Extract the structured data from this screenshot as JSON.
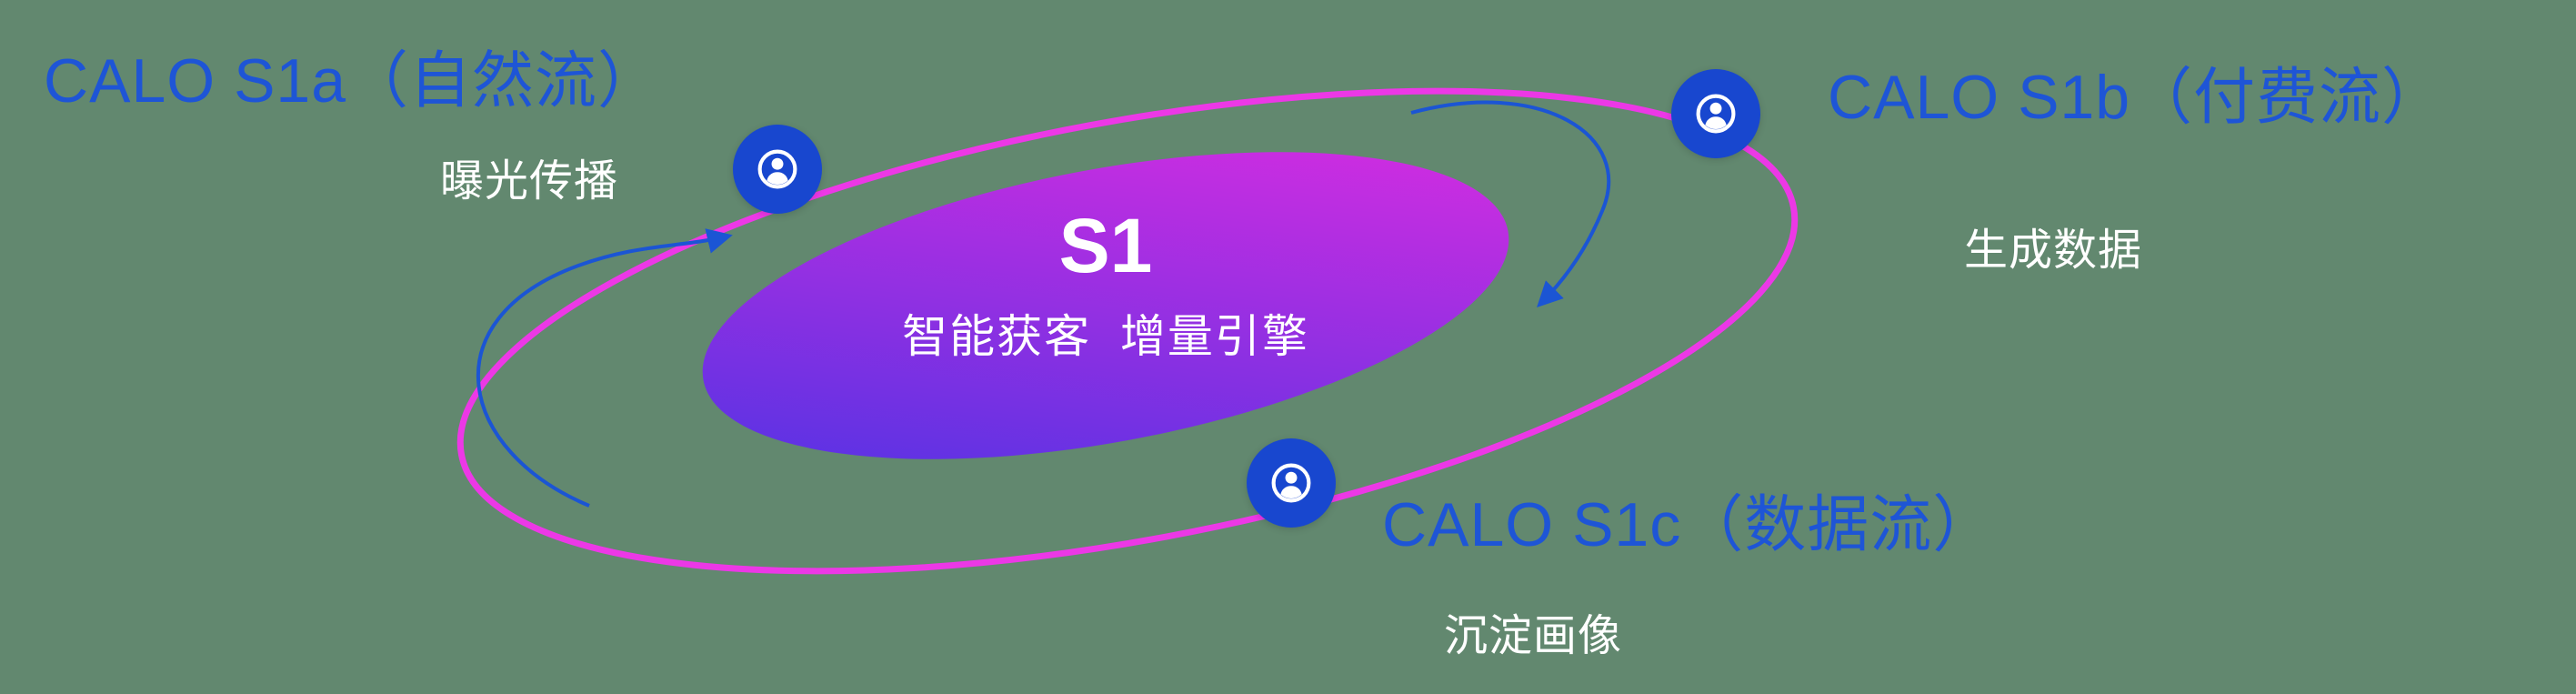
{
  "diagram": {
    "center": {
      "title": "S1",
      "subtitle": "智能获客  增量引擎"
    },
    "nodes": {
      "s1a": {
        "label": "CALO S1a（自然流）",
        "subtitle": "曝光传播"
      },
      "s1b": {
        "label": "CALO S1b（付费流）",
        "subtitle": "生成数据"
      },
      "s1c": {
        "label": "CALO S1c（数据流）",
        "subtitle": "沉淀画像"
      }
    },
    "icons": {
      "node": "user-circle-icon"
    }
  },
  "colors": {
    "background": "#62886f",
    "label_blue": "#1e55d6",
    "subtitle_white": "#ffffff",
    "ring_magenta": "#ec38e6",
    "node_blue": "#1847cf",
    "arrow_blue": "#1b55d4",
    "core_gradient_start": "#4b33e4",
    "core_gradient_end": "#e02ce0"
  }
}
